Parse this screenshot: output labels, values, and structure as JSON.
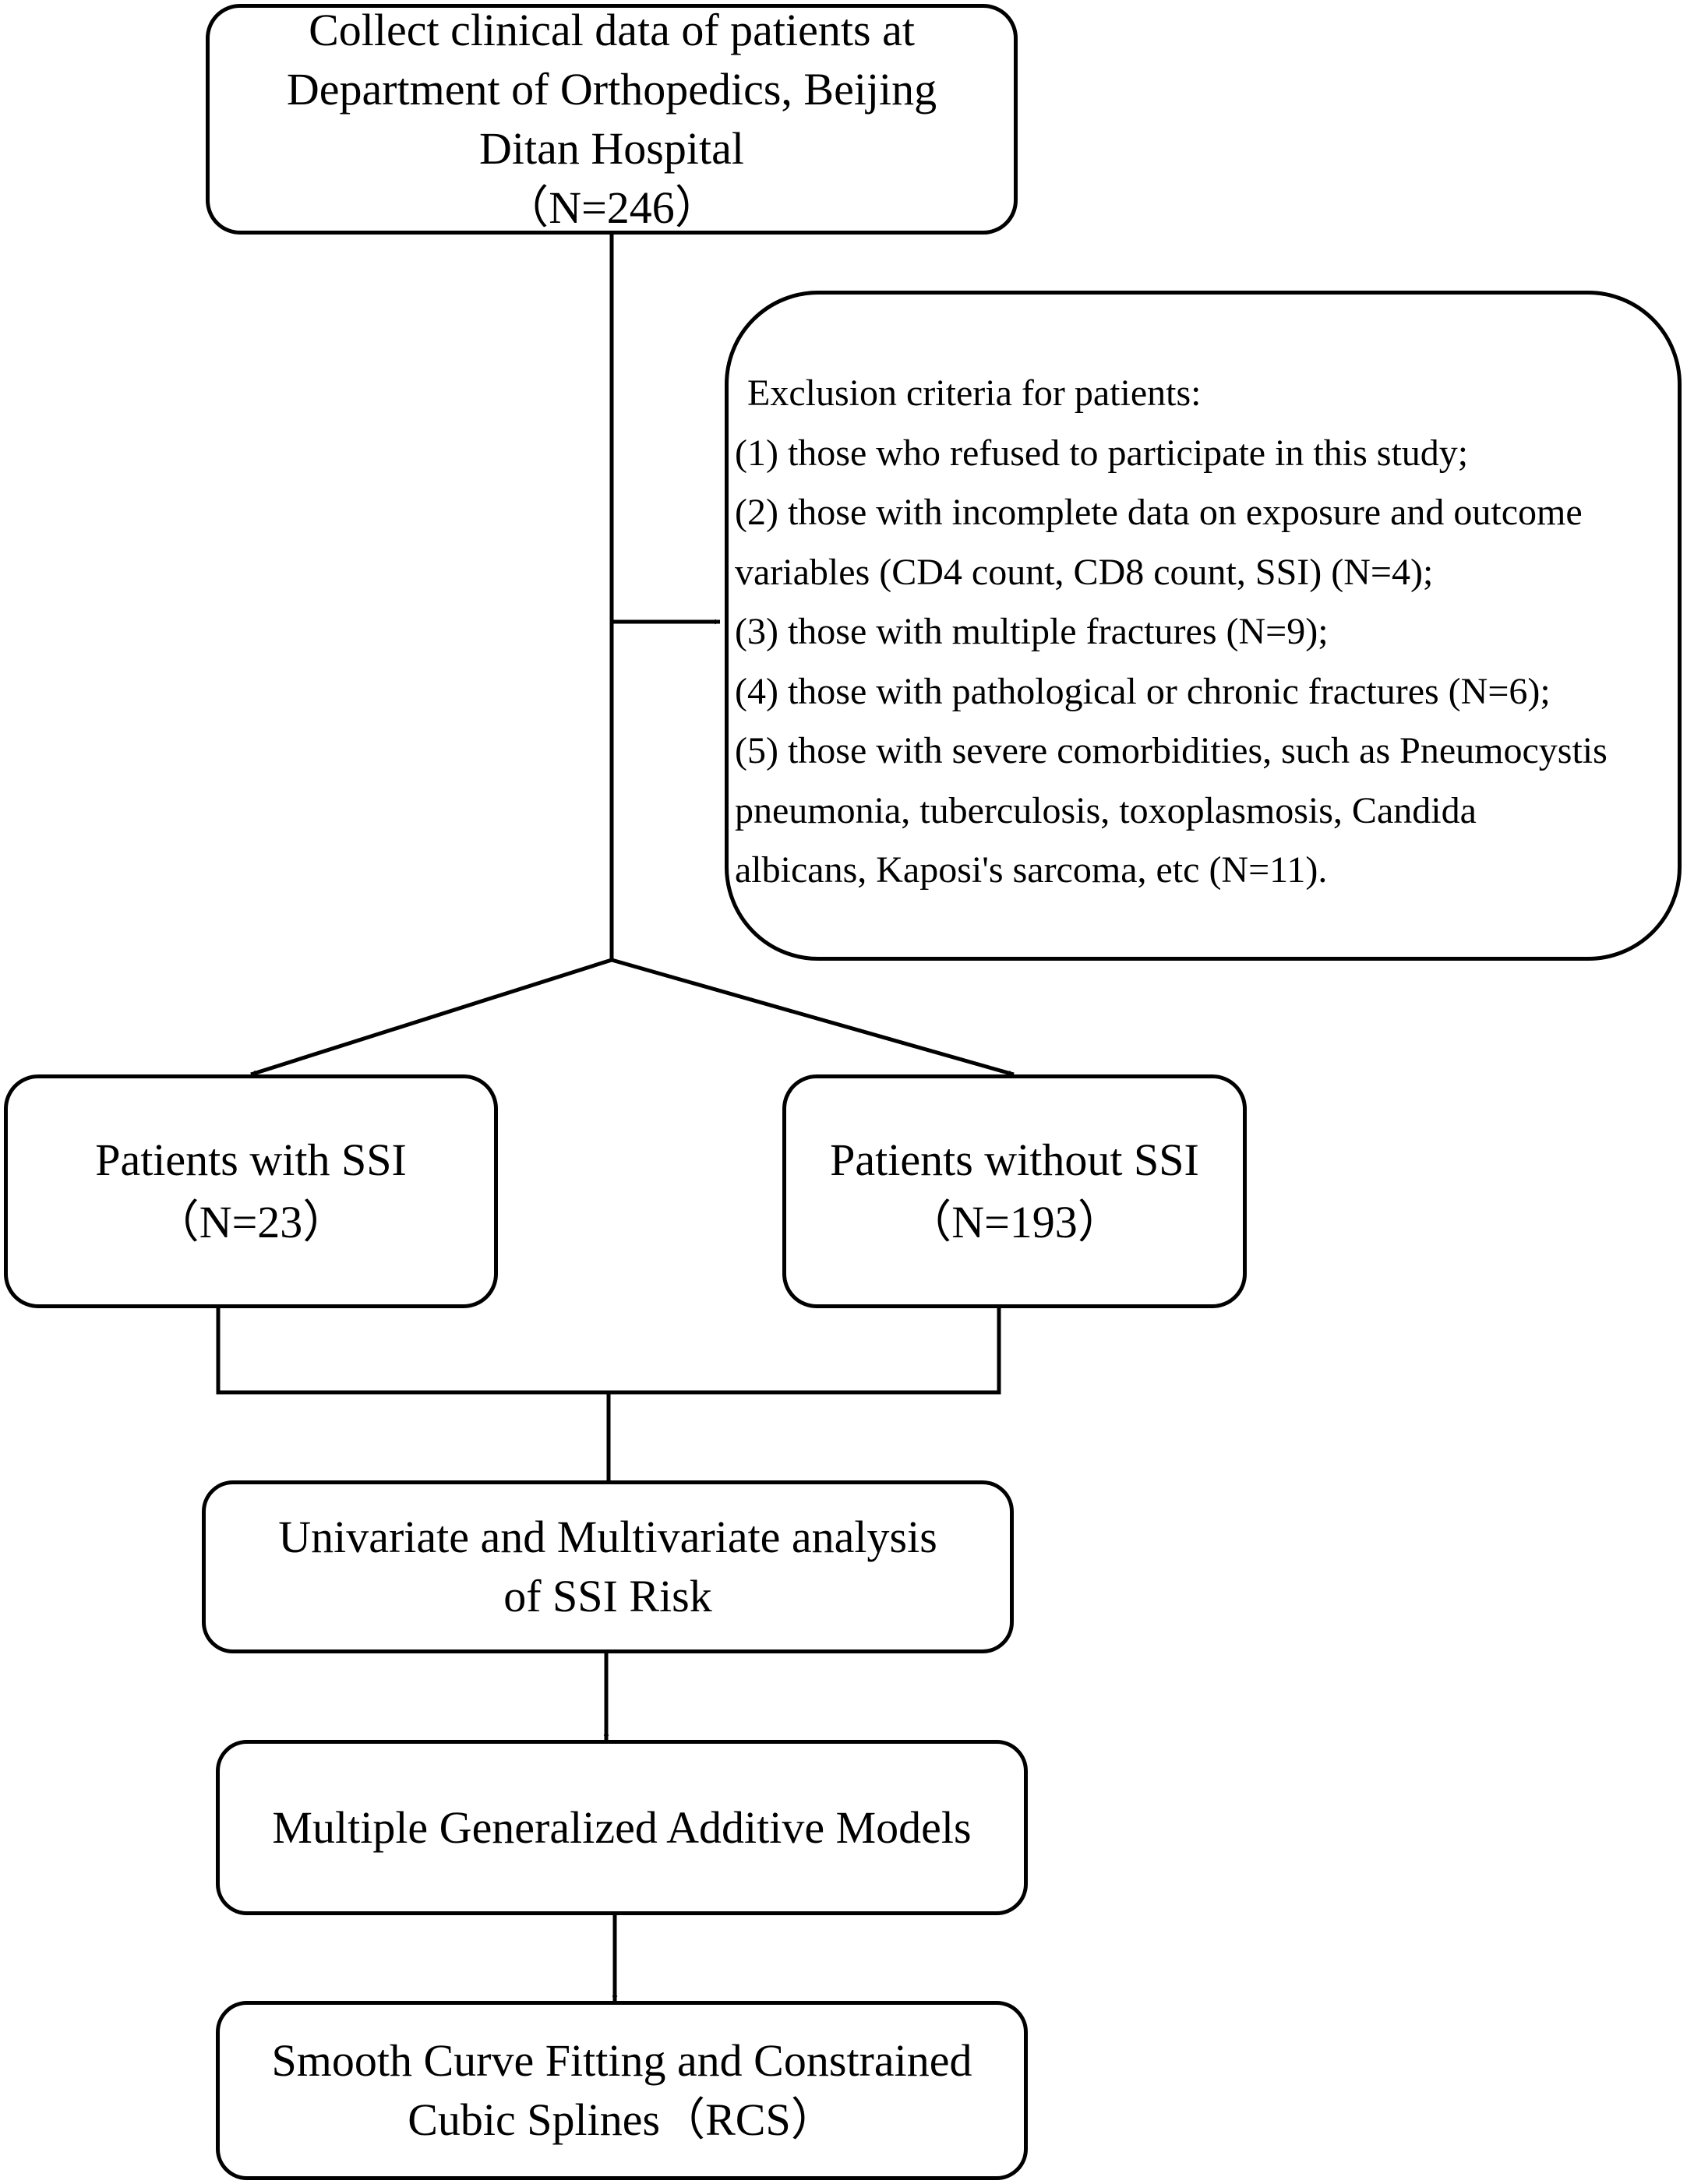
{
  "diagram": {
    "collect": {
      "line1": "Collect clinical data of patients at",
      "line2": "Department of Orthopedics, Beijing",
      "line3": "Ditan Hospital",
      "line4": "（N=246）"
    },
    "exclusion": {
      "title": "Exclusion criteria for patients:",
      "lines": [
        "(1) those who refused to participate in this study;",
        "(2) those with incomplete data on exposure and outcome",
        "variables (CD4 count, CD8 count, SSI) (N=4);",
        "(3) those with multiple fractures (N=9);",
        "(4) those with pathological or chronic fractures (N=6);",
        "(5) those with severe comorbidities, such as Pneumocystis",
        "pneumonia, tuberculosis, toxoplasmosis, Candida",
        "albicans, Kaposi's sarcoma, etc (N=11)."
      ]
    },
    "with_ssi": {
      "line1": "Patients with SSI",
      "line2": "（N=23）"
    },
    "without_ssi": {
      "line1": "Patients without SSI",
      "line2": "（N=193）"
    },
    "univariate": {
      "line1": "Univariate and Multivariate analysis",
      "line2": "of SSI Risk"
    },
    "gam": {
      "line1": "Multiple Generalized Additive Models"
    },
    "rcs": {
      "line1": "Smooth Curve Fitting and Constrained",
      "line2": "Cubic Splines（RCS）"
    }
  }
}
